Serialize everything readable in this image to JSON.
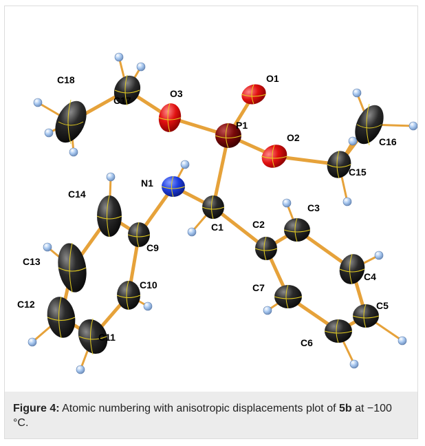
{
  "caption": {
    "label": "Figure 4:",
    "text_before": " Atomic numbering with anisotropic displacements plot of ",
    "compound": "5b",
    "text_after": " at −100 °C."
  },
  "colors": {
    "carbon": "#2a2a2a",
    "carbon_ring": "#e8d020",
    "oxygen": "#e01010",
    "nitrogen": "#1e3ee0",
    "phosphorus": "#7a0a0a",
    "hydrogen": "#a8c8f0",
    "bond": "#e6a23a"
  },
  "atoms": [
    {
      "label": "O1"
    },
    {
      "label": "O3"
    },
    {
      "label": "P1"
    },
    {
      "label": "O2"
    },
    {
      "label": "C18"
    },
    {
      "label": "C17"
    },
    {
      "label": "C16"
    },
    {
      "label": "C15"
    },
    {
      "label": "N1"
    },
    {
      "label": "C1"
    },
    {
      "label": "C2"
    },
    {
      "label": "C3"
    },
    {
      "label": "C14"
    },
    {
      "label": "C9"
    },
    {
      "label": "C13"
    },
    {
      "label": "C10"
    },
    {
      "label": "C7"
    },
    {
      "label": "C4"
    },
    {
      "label": "C12"
    },
    {
      "label": "C11"
    },
    {
      "label": "C5"
    },
    {
      "label": "C6"
    }
  ]
}
